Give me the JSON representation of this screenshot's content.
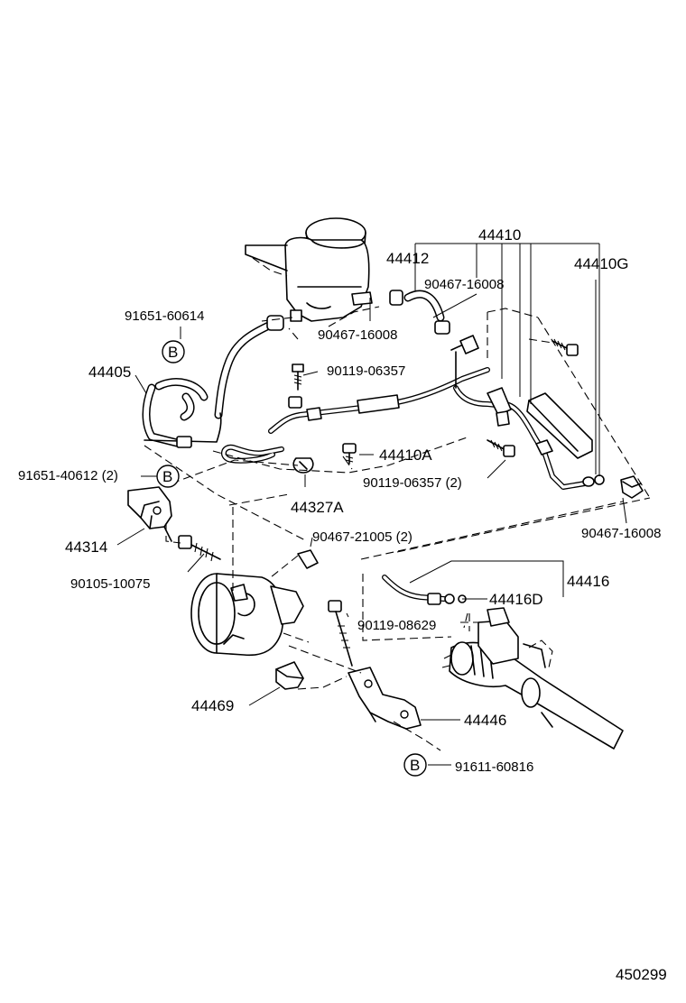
{
  "diagram": {
    "drawing_number": "450299",
    "ref_marker": "B",
    "labels": {
      "l_44410": "44410",
      "l_44412": "44412",
      "l_44410G": "44410G",
      "l_90467_16008_a": "90467-16008",
      "l_91651_60614": "91651-60614",
      "l_90467_16008_b": "90467-16008",
      "l_44405": "44405",
      "l_90119_06357_a": "90119-06357",
      "l_44410A": "44410A",
      "l_90119_06357_b": "90119-06357 (2)",
      "l_91651_40612": "91651-40612 (2)",
      "l_44327A": "44327A",
      "l_90467_16008_c": "90467-16008",
      "l_90467_21005": "90467-21005 (2)",
      "l_44314": "44314",
      "l_44416": "44416",
      "l_90105_10075": "90105-10075",
      "l_44416D": "44416D",
      "l_90119_08629": "90119-08629",
      "l_44469": "44469",
      "l_44446": "44446",
      "l_91611_60816": "91611-60816"
    }
  }
}
